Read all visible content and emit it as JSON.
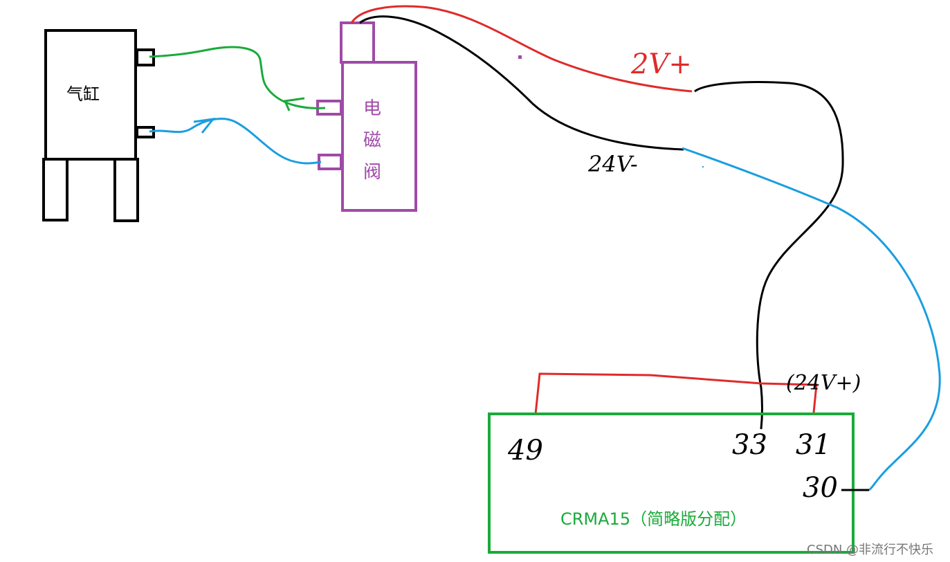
{
  "cylinder": {
    "label": "气缸"
  },
  "valve": {
    "chars": [
      "电",
      "磁",
      "阀"
    ]
  },
  "wire_labels": {
    "red_top": "2V+",
    "black": "24V-",
    "red_bottom": "(24V+)"
  },
  "crma": {
    "label": "CRMA15（简略版分配）",
    "pins": [
      "49",
      "33",
      "31",
      "30"
    ]
  },
  "watermark": "CSDN @非流行不快乐",
  "colors": {
    "black": "#000000",
    "red": "#e02a2a",
    "green": "#1aaa3a",
    "blue": "#1a9ee0",
    "purple": "#a04aa8"
  }
}
